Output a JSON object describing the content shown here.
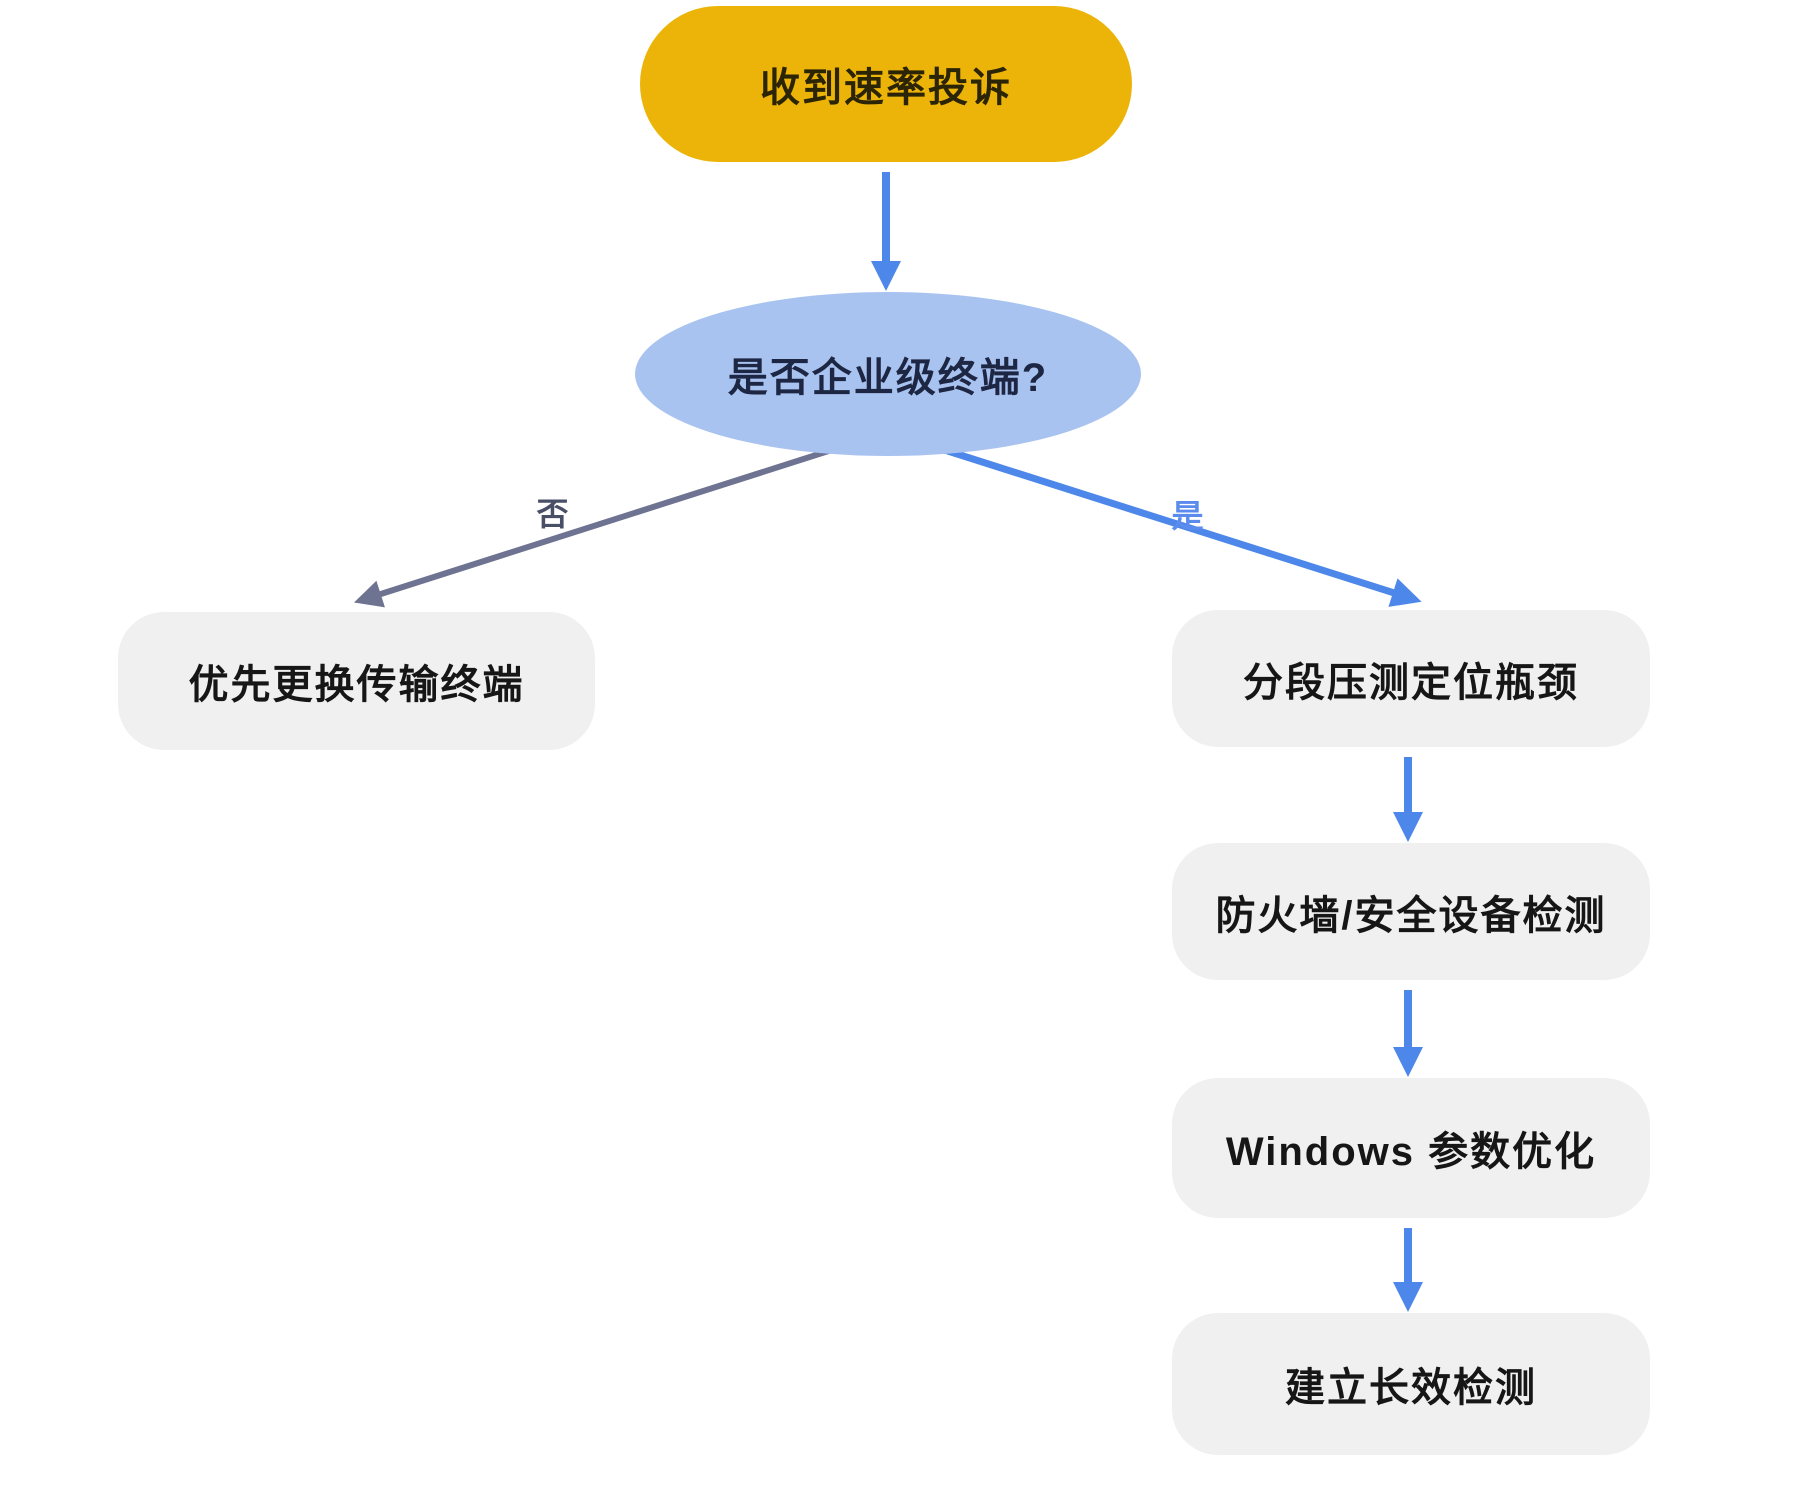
{
  "diagram": {
    "type": "flowchart",
    "nodes": {
      "start": "收到速率投诉",
      "decision": "是否企业级终端?",
      "no_result": "优先更换传输终端",
      "yes_step_1": "分段压测定位瓶颈",
      "yes_step_2": "防火墙/安全设备检测",
      "yes_step_3": "Windows 参数优化",
      "yes_step_4": "建立长效检测"
    },
    "edge_labels": {
      "no": "否",
      "yes": "是"
    },
    "edges": [
      {
        "from": "start",
        "to": "decision",
        "label": ""
      },
      {
        "from": "decision",
        "to": "no_result",
        "label": "否"
      },
      {
        "from": "decision",
        "to": "yes_step_1",
        "label": "是"
      },
      {
        "from": "yes_step_1",
        "to": "yes_step_2",
        "label": ""
      },
      {
        "from": "yes_step_2",
        "to": "yes_step_3",
        "label": ""
      },
      {
        "from": "yes_step_3",
        "to": "yes_step_4",
        "label": ""
      }
    ],
    "colors": {
      "start_fill": "#ecb409",
      "decision_fill": "#a9c3f1",
      "process_fill": "#f0f0f1",
      "arrow_blue": "#4c87e9",
      "arrow_gray": "#6f7392",
      "yes_label_color": "#5b8bed",
      "no_label_color": "#4a4f68",
      "background": "#ffffff"
    }
  }
}
